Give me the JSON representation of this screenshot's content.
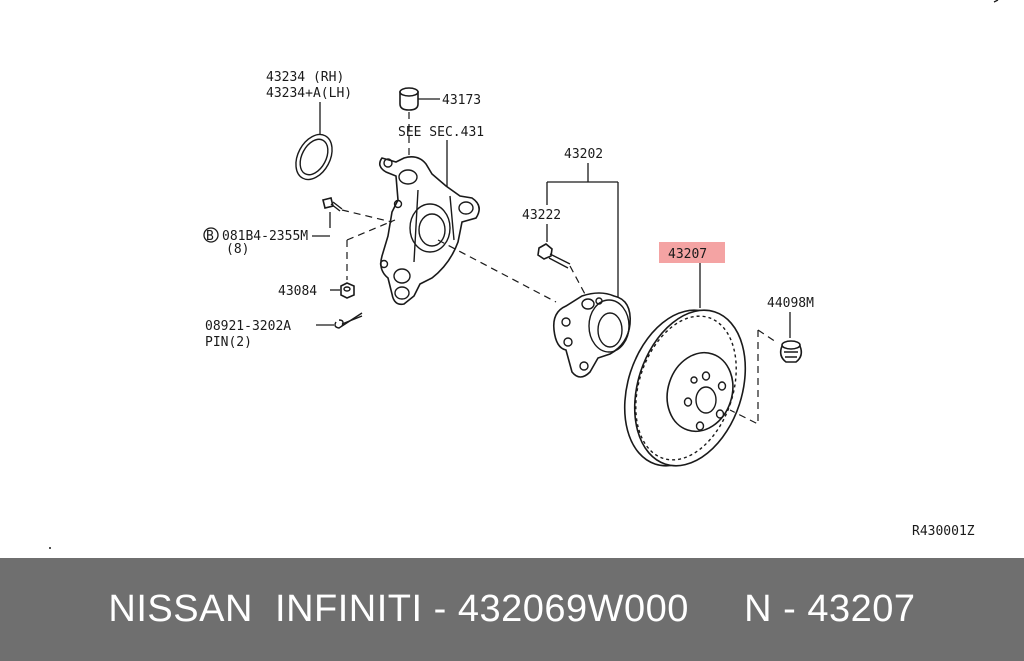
{
  "labels": {
    "knuckle_seal": "43234  (RH)",
    "knuckle_seal_lh": "43234+A(LH)",
    "bushing": "43173",
    "see_sec": "SEE SEC.431",
    "hub_assy": "43202",
    "hub_bolt": "43222",
    "bolt_spec": "081B4-2355M",
    "bolt_qty": "(8)",
    "bolt_symbol": "B",
    "nut": "43084",
    "pin_code": "08921-3202A",
    "pin_desc": "PIN(2)",
    "rotor": "43207",
    "cap": "44098M",
    "diagram_code": "R430001Z"
  },
  "banner": {
    "text": "NISSAN  INFINITI - 432069W000     N - 43207"
  },
  "colors": {
    "highlight": "#f4a3a3",
    "banner_bg": "#6f6f6f",
    "banner_text": "#ffffff",
    "line": "#1a1a1a"
  }
}
